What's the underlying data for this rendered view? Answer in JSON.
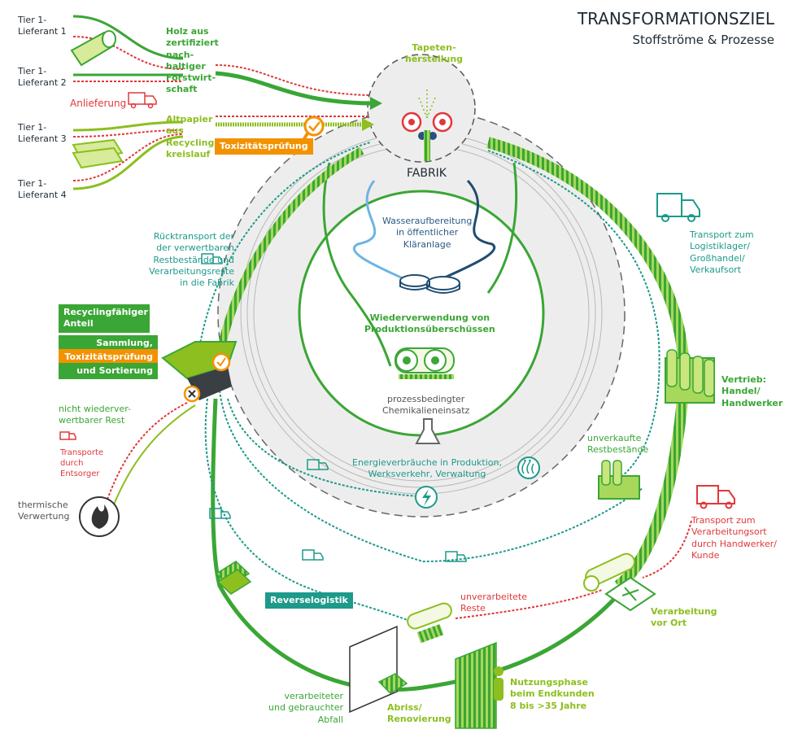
{
  "header": {
    "title": "TRANSFORMATIONSZIEL",
    "subtitle": "Stoffströme & Prozesse"
  },
  "suppliers": [
    {
      "label": "Tier 1-\nLieferant 1"
    },
    {
      "label": "Tier 1-\nLieferant 2"
    },
    {
      "label": "Tier 1-\nLieferant 3"
    },
    {
      "label": "Tier 1-\nLieferant 4"
    }
  ],
  "inputs": {
    "wood": "Holz aus\nzertifiziert\nnach-\nhaltiger\nForstwirt-\nschaft",
    "delivery": "Anlieferung",
    "paper": "Altpapier\naus\nRecycling-\nkreislauf",
    "toxicity": "Toxizitätsprüfung"
  },
  "factory": {
    "production": "Tapeten-\nherstellung",
    "name": "FABRIK",
    "water": "Wasseraufbereitung\nin öffentlicher\nKläranlage",
    "reuse": "Wiederverwendung von\nProduktionsüberschüssen",
    "chemicals": "prozessbedingter\nChemikalieneinsatz",
    "energy": "Energieverbräuche in Produktion,\nWerksverkehr, Verwaltung"
  },
  "left": {
    "return_transport": "Rücktransport der\nder verwertbaren\nRestbestände  und\nVerarbeitungsreste\nin die Fabrik",
    "recyclable": "Recyclingfähiger\nAnteil",
    "collection_1": "Sammlung,",
    "collection_2": "Toxizitätsprüfung",
    "collection_3": "und Sortierung",
    "non_reusable": "nicht wiederver-\nwertbarer Rest",
    "disposal": "Transporte\ndurch\nEntsorger",
    "thermal": "thermische\nVerwertung"
  },
  "right": {
    "transport_logistics": "Transport zum\nLogistiklager/\nGroßhandel/\nVerkaufsort",
    "sales": "Vertrieb:\nHandel/\nHandwerker",
    "unsold": "unverkaufte\nRestbestände",
    "transport_processing": "Transport zum\nVerarbeitungsort\ndurch Handwerker/\nKunde",
    "processing": "Verarbeitung\nvor Ort"
  },
  "bottom": {
    "unprocessed": "unverarbeitete\nReste",
    "reverse_logistics": "Reverselogistik",
    "waste": "verarbeiteter\nund gebrauchter\nAbfall",
    "renovation": "Abriss/\nRenovierung",
    "usage": "Nutzungsphase\nbeim Endkunden\n8 bis >35 Jahre"
  },
  "colors": {
    "green": "#3aa635",
    "light_green": "#8cbf1f",
    "teal": "#1d9a8a",
    "red": "#e0383a",
    "orange": "#f39200",
    "blue": "#4a90c8",
    "factory_grey": "#e9e8e8"
  },
  "icons": [
    "truck-icon",
    "log-icon",
    "paper-stack-icon",
    "check-magnifier-icon",
    "cross-magnifier-icon",
    "flame-icon",
    "recycling-bin-icon",
    "paint-rolls-icon",
    "wallpaper-roll-icon",
    "flask-icon",
    "heat-icon",
    "lightning-icon",
    "person-icon",
    "scissors-icon"
  ]
}
